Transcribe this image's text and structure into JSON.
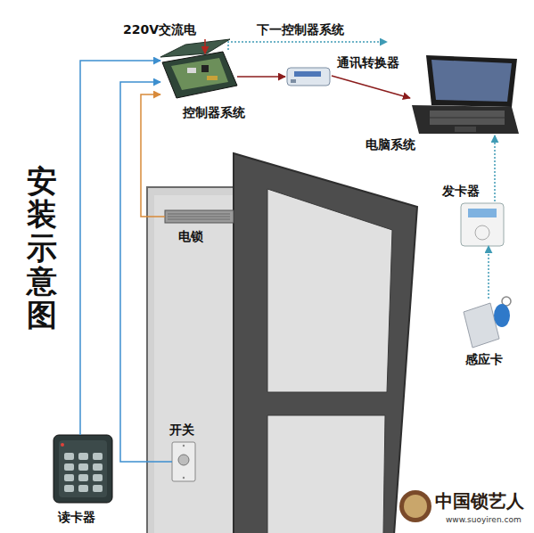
{
  "diagram": {
    "title": "安装示意图",
    "nodes": [
      {
        "text": [
          "控制器系统"
        ]
      },
      {
        "text": [
          "通讯转换器"
        ]
      },
      {
        "text": [
          "电脑系统"
        ]
      },
      {
        "text": [
          "发卡器"
        ]
      },
      {
        "text": [
          "感应卡"
        ]
      },
      {
        "text": [
          "电锁"
        ]
      },
      {
        "text": [
          "开关"
        ]
      },
      {
        "text": [
          "读卡器"
        ]
      }
    ],
    "edges": [
      {
        "from": 0,
        "to": 1,
        "arrow": "to"
      },
      {
        "from": 1,
        "to": 2,
        "arrow": "to"
      },
      {
        "from": 3,
        "to": 2,
        "arrow": "to"
      },
      {
        "from": 4,
        "to": 3,
        "arrow": "to"
      },
      {
        "from": 7,
        "to": 0,
        "arrow": "to"
      },
      {
        "from": 6,
        "to": 0,
        "arrow": "to"
      },
      {
        "from": 5,
        "to": 0,
        "arrow": "to"
      }
    ],
    "labels": [
      "220V交流电",
      "下一控制器系统",
      "中国锁艺人",
      "www.suoyiren.com"
    ]
  }
}
